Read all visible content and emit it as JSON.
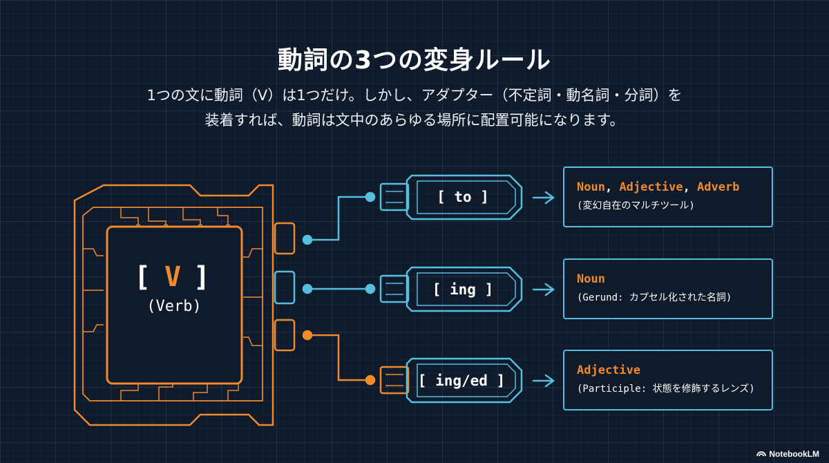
{
  "title": "動詞の3つの変身ルール",
  "subtitle": {
    "line1": "1つの文に動詞（V）は1つだけ。しかし、アダプター（不定詞・動名詞・分詞）を",
    "line2": "装着すれば、動詞は文中のあらゆる場所に配置可能になります。"
  },
  "chip": {
    "symbol_open": "[",
    "symbol": "V",
    "symbol_close": "]",
    "label": "(Verb)"
  },
  "adapters": [
    {
      "label": "[ to ]",
      "color": "#56bfe0",
      "result_parts": [
        "Noun",
        ", ",
        "Adjective",
        ", ",
        "Adverb"
      ],
      "result_sub": "(変幻自在のマルチツール)"
    },
    {
      "label": "[ ing ]",
      "color": "#56bfe0",
      "result_parts": [
        "Noun"
      ],
      "result_sub": "(Gerund: カプセル化された名詞)"
    },
    {
      "label": "[ ing/ed ]",
      "color": "#f08a2f",
      "result_parts": [
        "Adjective"
      ],
      "result_sub": "(Participle: 状態を修飾するレンズ)"
    }
  ],
  "colors": {
    "accent_orange": "#f08a2f",
    "accent_cyan": "#56bfe0",
    "background": "#0f1b2b"
  },
  "watermark": "NotebookLM"
}
